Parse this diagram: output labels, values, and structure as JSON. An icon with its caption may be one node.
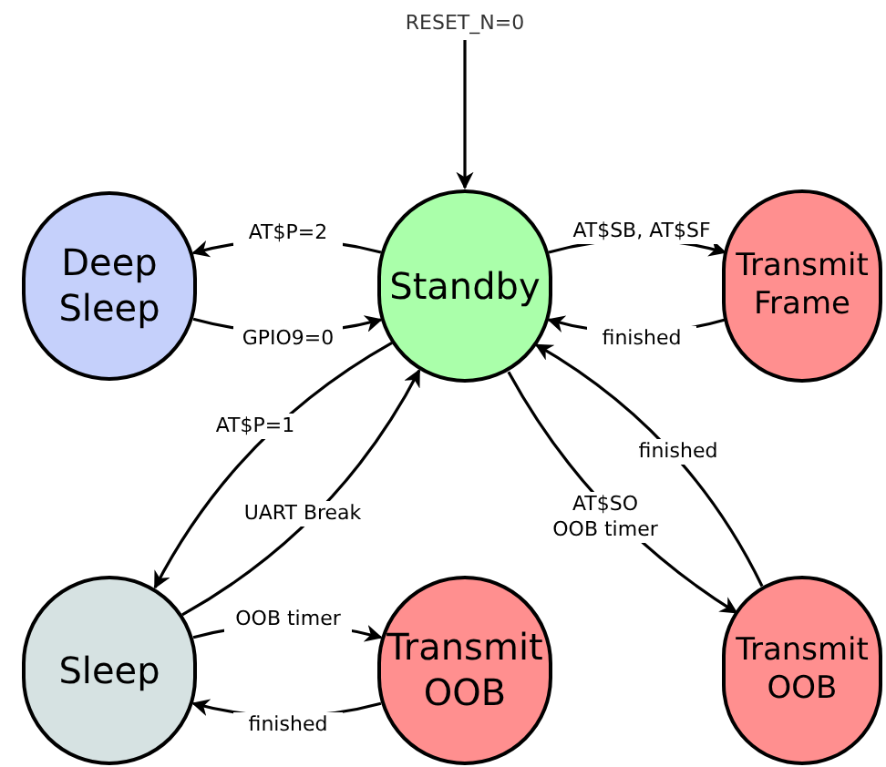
{
  "diagram": {
    "nodes": [
      {
        "text": [
          "RESET_N=0"
        ]
      },
      {
        "text": [
          "Deep Sleep"
        ]
      },
      {
        "text": [
          "Standby"
        ]
      },
      {
        "text": [
          "Transmit Frame"
        ]
      },
      {
        "text": [
          "Sleep"
        ]
      },
      {
        "text": [
          "Transmit OOB"
        ]
      },
      {
        "text": [
          "Transmit OOB"
        ]
      }
    ],
    "edges": [
      {
        "from": 0,
        "to": 2,
        "arrow": "to"
      },
      {
        "from": 2,
        "to": 1,
        "arrow": "to",
        "label": "AT$P=2"
      },
      {
        "from": 1,
        "to": 2,
        "arrow": "to",
        "label": "GPIO9=0"
      },
      {
        "from": 2,
        "to": 3,
        "arrow": "to",
        "label": "AT$SB, AT$SF"
      },
      {
        "from": 3,
        "to": 2,
        "arrow": "to",
        "label": "finished"
      },
      {
        "from": 2,
        "to": 4,
        "arrow": "to",
        "label": "AT$P=1"
      },
      {
        "from": 4,
        "to": 2,
        "arrow": "to",
        "label": "UART Break"
      },
      {
        "from": 2,
        "to": 6,
        "arrow": "to",
        "label": "AT$SO OOB timer"
      },
      {
        "from": 6,
        "to": 2,
        "arrow": "to",
        "label": "finished"
      },
      {
        "from": 4,
        "to": 5,
        "arrow": "to",
        "label": "OOB timer"
      },
      {
        "from": 5,
        "to": 4,
        "arrow": "to",
        "label": "finished"
      }
    ]
  }
}
